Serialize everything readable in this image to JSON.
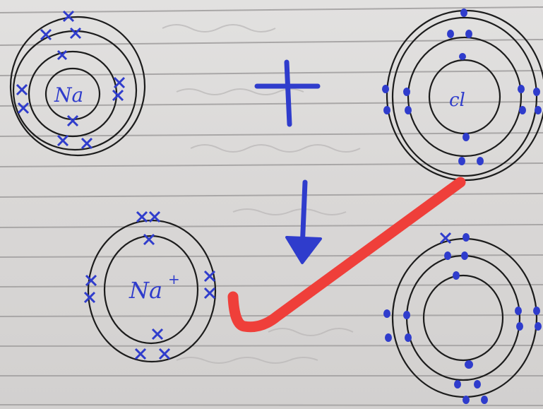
{
  "labels": {
    "sodium_atom": "Na",
    "chlorine_atom": "cl",
    "sodium_ion": "Na",
    "sodium_ion_charge": "+"
  },
  "symbols": {
    "plus_sign": "+",
    "arrow": "down-arrow",
    "tick": "red-check-mark"
  },
  "colors": {
    "ink_blue": "#2f3ccc",
    "pencil_black": "#1c1c1c",
    "tick_red": "#ef3f3a",
    "paper": "#dedcdb",
    "rule_lines": "#a9a7a7"
  }
}
